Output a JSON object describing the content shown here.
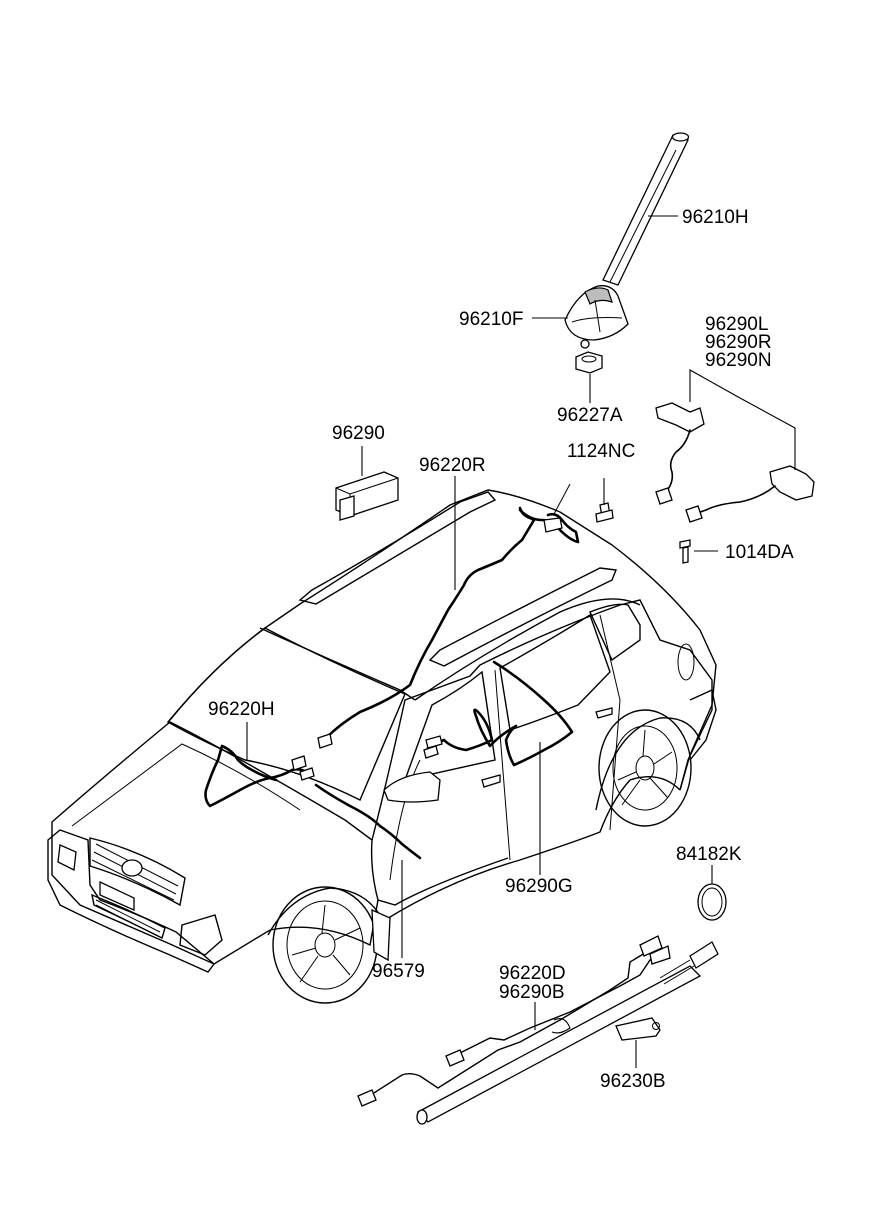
{
  "diagram": {
    "labels": {
      "p96210H": "96210H",
      "p96210F": "96210F",
      "p96227A": "96227A",
      "p96290L": "96290L",
      "p96290R": "96290R",
      "p96290N": "96290N",
      "p96290": "96290",
      "p96220R": "96220R",
      "p1124NC": "1124NC",
      "p1014DA": "1014DA",
      "p96220H": "96220H",
      "p96290G": "96290G",
      "p84182K": "84182K",
      "p96579": "96579",
      "p96220D": "96220D",
      "p96290B": "96290B",
      "p96230B": "96230B"
    }
  }
}
